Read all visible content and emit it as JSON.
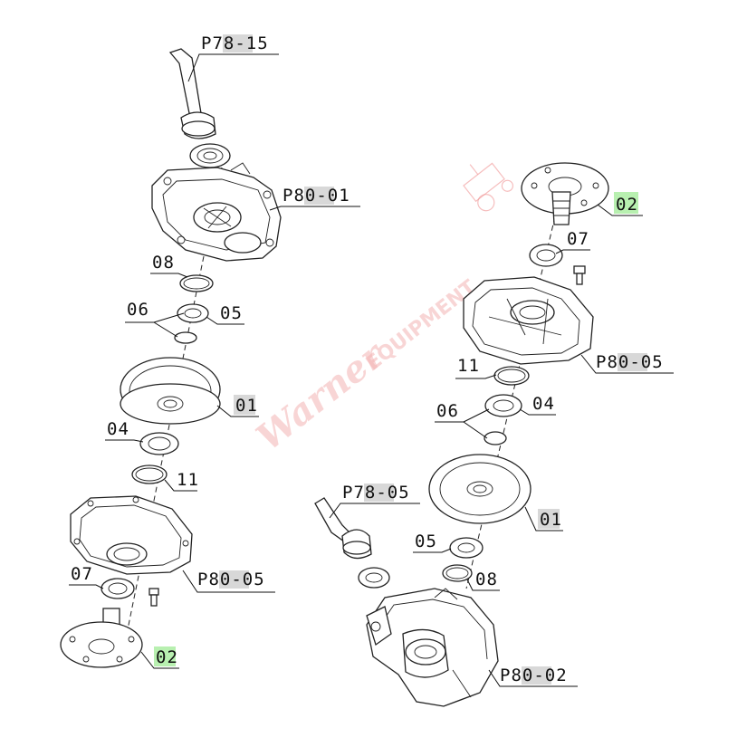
{
  "watermark": {
    "script": "Warner",
    "block": "EQUIPMENT",
    "color": "#f4b4b4"
  },
  "highlight_colors": {
    "label_gray": "#d8d8d8",
    "label_green": "#b8f0b0"
  },
  "labels": {
    "left_p7815": "P78-15",
    "left_p8001": "P80-01",
    "left_08": "08",
    "left_06": "06",
    "left_05": "05",
    "left_01": "01",
    "left_04": "04",
    "left_11": "11",
    "left_07": "07",
    "left_p8005": "P80-05",
    "left_02": "02",
    "right_02": "02",
    "right_07": "07",
    "right_p8005": "P80-05",
    "right_11": "11",
    "right_04": "04",
    "right_06": "06",
    "right_01": "01",
    "right_p7805": "P78-05",
    "right_05": "05",
    "right_08": "08",
    "right_p8002": "P80-02"
  }
}
